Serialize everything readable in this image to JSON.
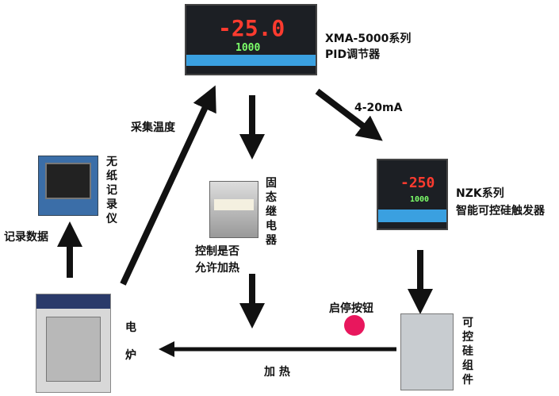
{
  "pid": {
    "line1": "XMA-5000系列",
    "line2": "PID调节器",
    "pv": "-25.0",
    "sv": "1000"
  },
  "trigger": {
    "line1": "NZK系列",
    "line2": "智能可控硅触发器",
    "pv": "-250",
    "sv": "1000"
  },
  "signal": "4-20mA",
  "ssr": {
    "label": "固态继电器",
    "control1": "控制是否",
    "control2": "允许加热"
  },
  "start_stop": "启停按钮",
  "scr": "可控硅组件",
  "heat": "加 热",
  "furnace": {
    "c1": "电",
    "c2": "炉"
  },
  "record": "记录数据",
  "recorder": "无纸记录仪",
  "collect": "采集温度",
  "colors": {
    "button": "#e8175d",
    "panel_blue": "#3aa0e0",
    "red_led": "#ff3b2f",
    "green_led": "#7cff6a"
  }
}
